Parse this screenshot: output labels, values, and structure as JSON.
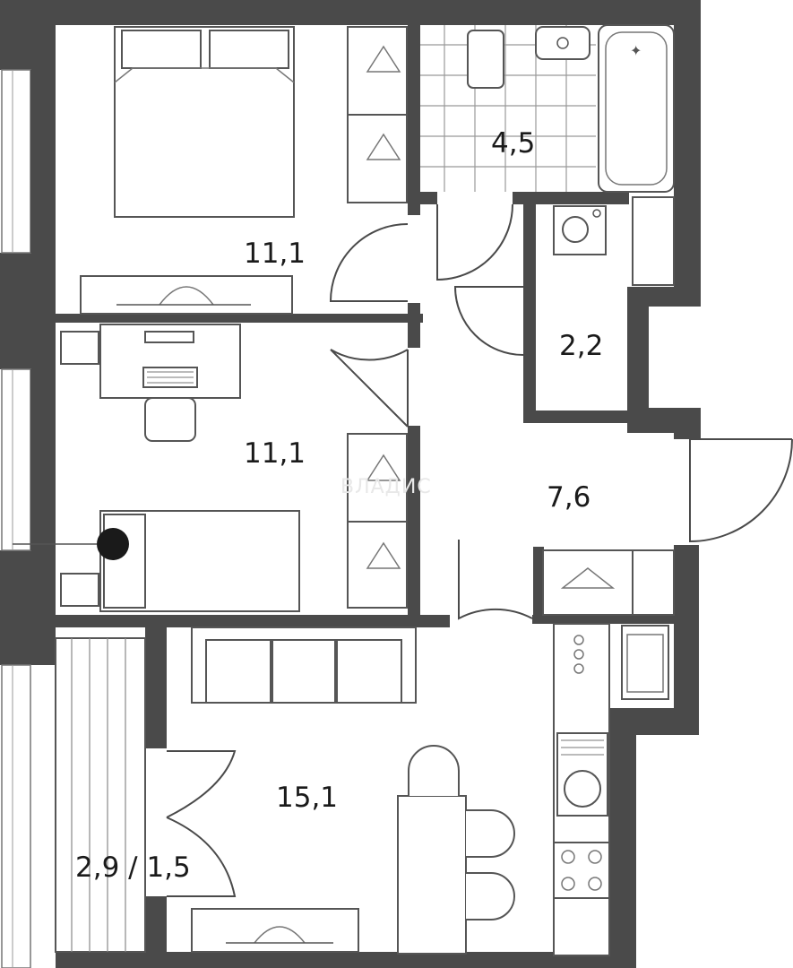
{
  "rooms": {
    "bedroom_1": {
      "area": "11,1"
    },
    "bathroom": {
      "area": "4,5"
    },
    "storage": {
      "area": "2,2"
    },
    "bedroom_2": {
      "area": "11,1"
    },
    "hallway": {
      "area": "7,6"
    },
    "living_kitchen": {
      "area": "15,1"
    },
    "balcony": {
      "area": "2,9 / 1,5"
    }
  },
  "watermark": {
    "text": "ВЛАДИС"
  },
  "colors": {
    "wall": "#4a4a4a",
    "background": "#ffffff",
    "text": "#1a1a1a"
  }
}
